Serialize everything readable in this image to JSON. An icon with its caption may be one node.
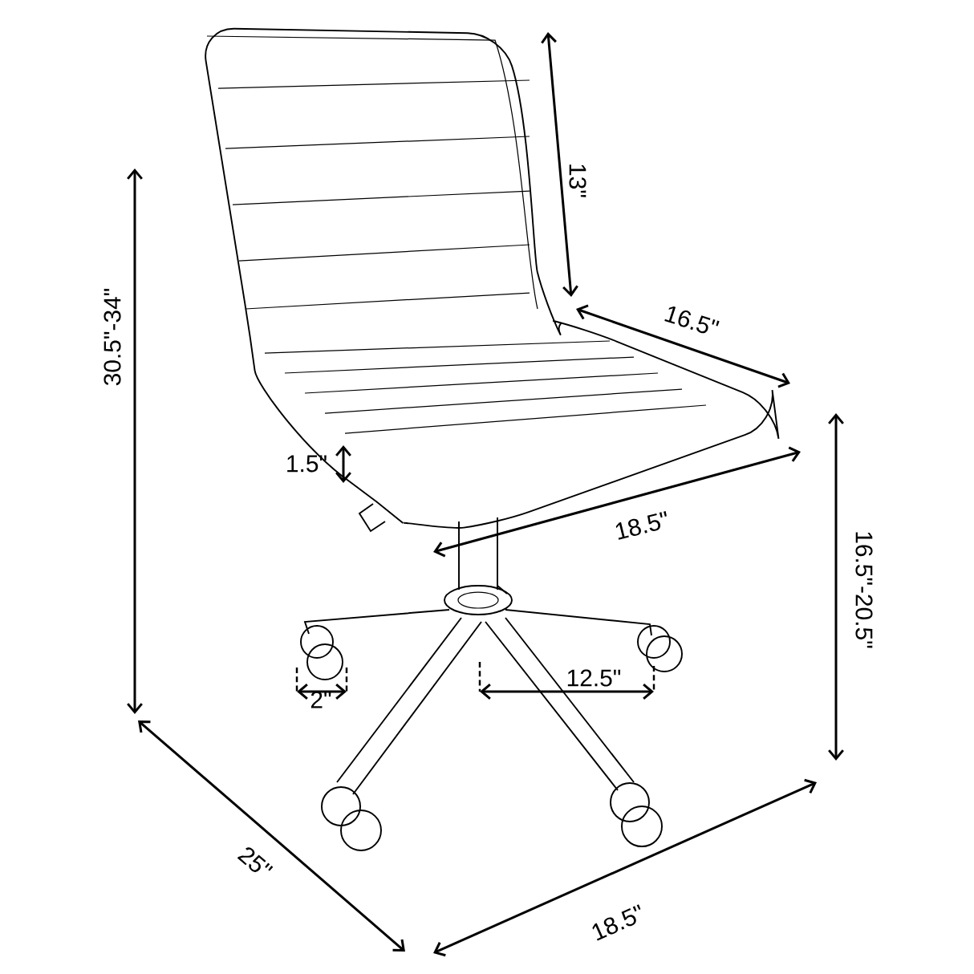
{
  "diagram": {
    "labels": [
      "30.5\"-34\"",
      "13\"",
      "16.5\"",
      "1.5\"",
      "18.5\"",
      "16.5\"-20.5\"",
      "12.5\"",
      "2\"",
      "25\"",
      "18.5\""
    ]
  }
}
